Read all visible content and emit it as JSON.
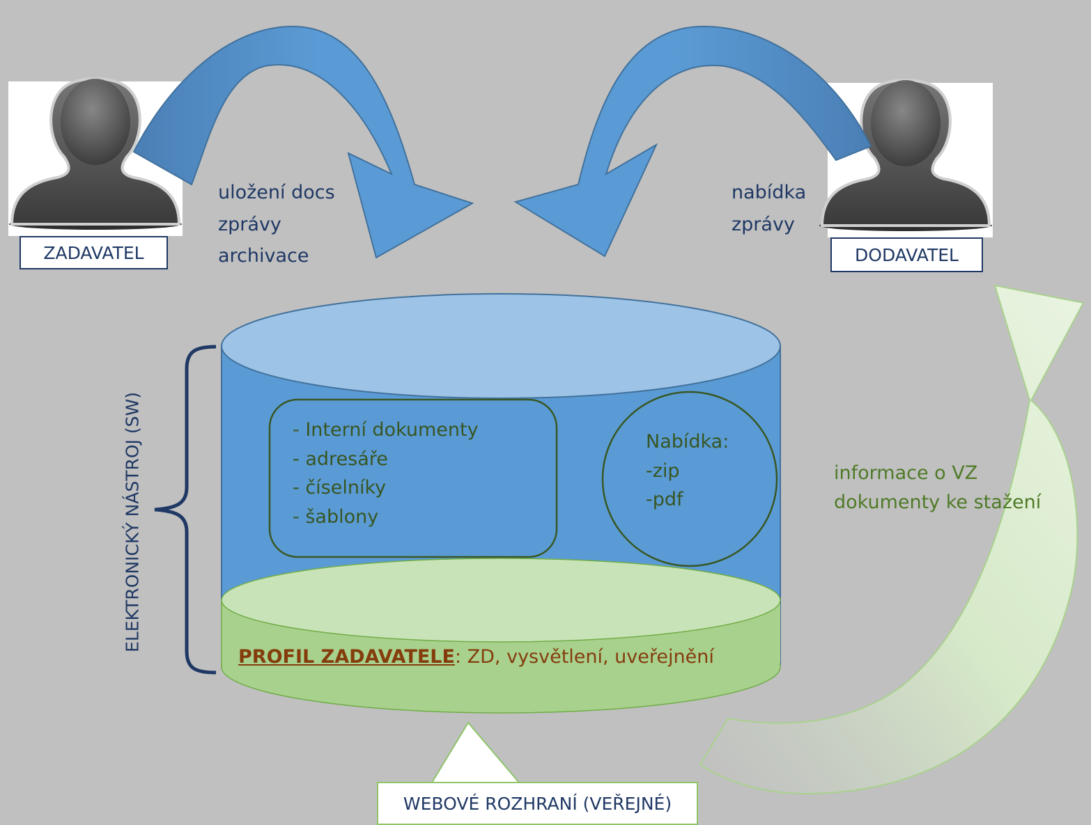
{
  "actors": {
    "zadavatel": "ZADAVATEL",
    "dodavatel": "DODAVATEL"
  },
  "flows": {
    "zadavatel_lines": [
      "uložení docs",
      "zprávy",
      "archivace"
    ],
    "dodavatel_lines": [
      "nabídka",
      "zprávy"
    ],
    "public_lines": [
      "informace o VZ",
      "dokumenty ke stažení"
    ]
  },
  "tool": {
    "side_label": "ELEKTRONICKÝ NÁSTROJ (SW)",
    "internal_items": [
      "- Interní dokumenty",
      "- adresáře",
      "- číselníky",
      "- šablony"
    ],
    "offer_title": "Nabídka:",
    "offer_items": [
      "-zip",
      "-pdf"
    ]
  },
  "profile": {
    "key": "PROFIL ZADAVATELE",
    "rest": ": ZD, vysvětlení, uveřejnění"
  },
  "web_interface": "WEBOVÉ ROZHRANÍ (VEŘEJNÉ)",
  "colors": {
    "background": "#c0c0c0",
    "cylinder_blue": "#5b9bd5",
    "cylinder_top": "#9dc3e6",
    "profile_green": "#a9d18e",
    "profile_top": "#c9e3b8",
    "arrow_blue": "#5b9bd5",
    "arrow_green": "#e2efd9",
    "text_blue": "#1f3864",
    "text_green": "#4f7a28",
    "profile_key": "#843c0c"
  },
  "icons": [
    "person-icon",
    "curved-arrow-icon",
    "bracket-icon"
  ]
}
